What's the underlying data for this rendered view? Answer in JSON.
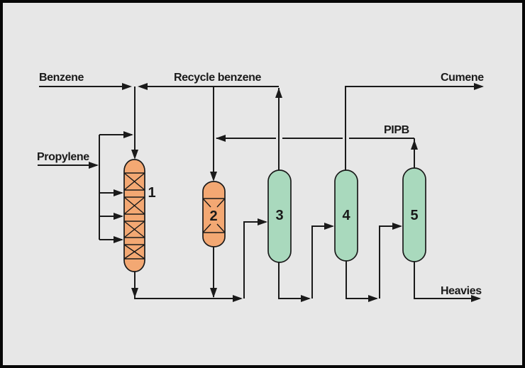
{
  "colors": {
    "background": "#e7e7e7",
    "frame": "#070707",
    "line": "#1a1a1a",
    "reactor_fill": "#f3a873",
    "column_fill": "#a9d9bd"
  },
  "streams": {
    "benzene": "Benzene",
    "recycle_benzene": "Recycle benzene",
    "propylene": "Propylene",
    "cumene": "Cumene",
    "pipb": "PIPB",
    "heavies": "Heavies"
  },
  "equipment": {
    "reactor_1": "1",
    "reactor_2": "2",
    "column_3": "3",
    "column_4": "4",
    "column_5": "5"
  }
}
